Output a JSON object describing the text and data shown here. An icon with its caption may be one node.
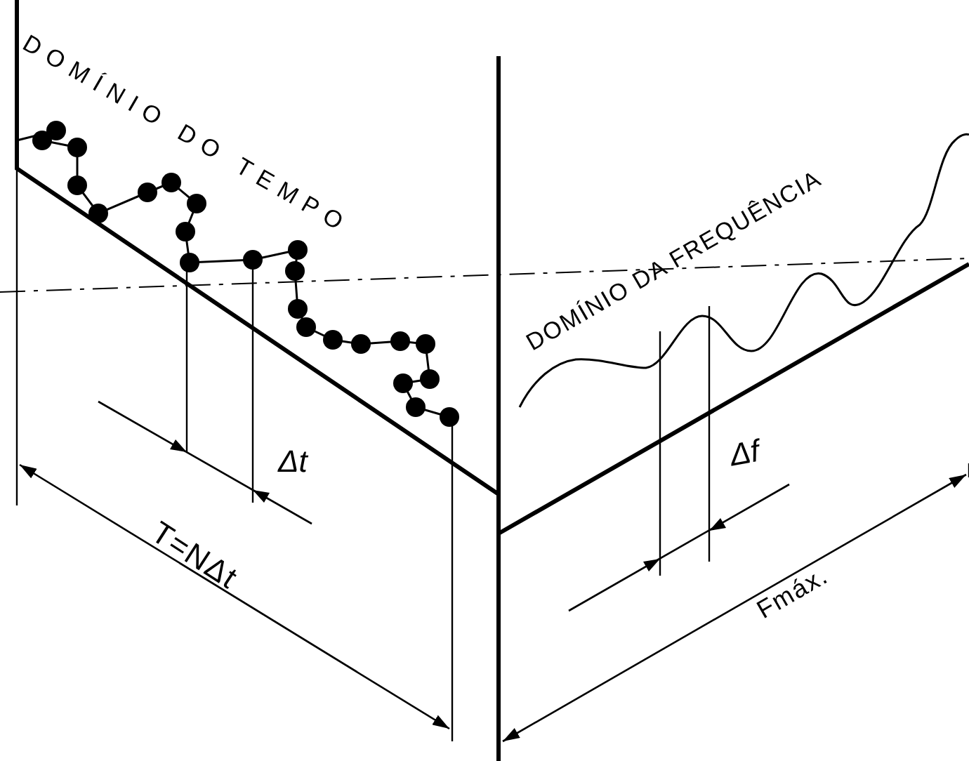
{
  "diagram": {
    "labels": [
      "DOMÍNIO DO TEMPO",
      "DOMÍNIO DA FREQUÊNCIA",
      "Δt",
      "T=NΔt",
      "Δf",
      "Fmáx."
    ]
  }
}
